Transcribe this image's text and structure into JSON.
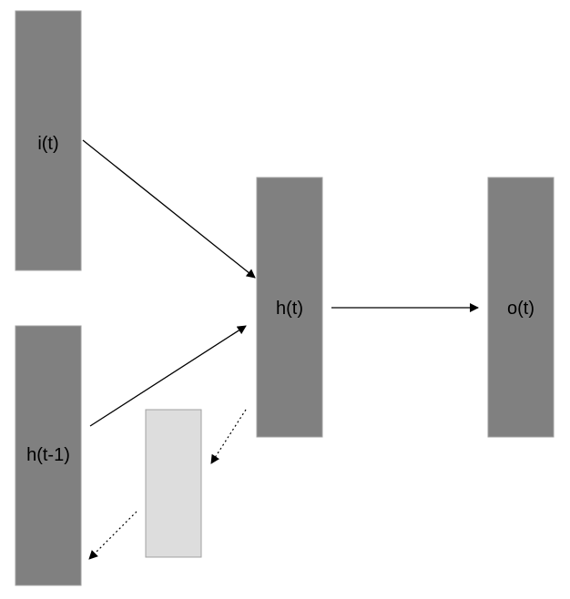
{
  "diagram": {
    "nodes": {
      "input": {
        "label": "i(t)",
        "fill": "#808080"
      },
      "hidden": {
        "label": "h(t)",
        "fill": "#808080"
      },
      "output": {
        "label": "o(t)",
        "fill": "#808080"
      },
      "previous_hidden": {
        "label": "h(t-1)",
        "fill": "#808080"
      },
      "context_copy": {
        "label": "",
        "fill": "#dddddd"
      }
    },
    "edges": [
      {
        "from": "i(t)",
        "to": "h(t)",
        "style": "solid"
      },
      {
        "from": "h(t-1)",
        "to": "h(t)",
        "style": "solid"
      },
      {
        "from": "h(t)",
        "to": "o(t)",
        "style": "solid"
      },
      {
        "from": "h(t)",
        "to": "context",
        "style": "dotted"
      },
      {
        "from": "context",
        "to": "h(t-1)",
        "style": "dotted"
      }
    ],
    "colors": {
      "node_stroke": "#a0a0a0",
      "arrow": "#000000"
    }
  }
}
